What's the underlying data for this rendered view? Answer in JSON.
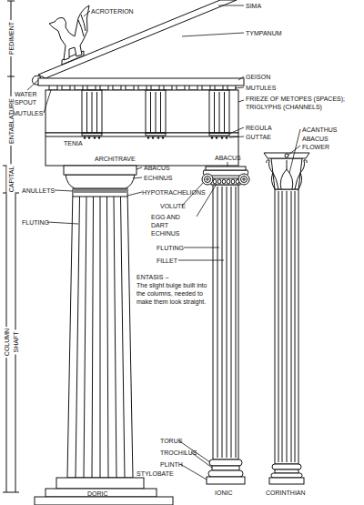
{
  "diagram": {
    "labels": [
      "PEDIMENT",
      "ENTABLATURE",
      "CAPITAL",
      "COLUMN",
      "SHAFT",
      "ACROTERION",
      "SIMA",
      "TYMPANUM",
      "GEISON",
      "MUTULES",
      "WATER SPOUT",
      "MUTULES",
      "FRIEZE OF METOPES (SPACES); TRIGLYPHS (CHANNELS)",
      "REGULA",
      "GUTTAE",
      "TENIA",
      "ARCHITRAVE",
      "ACANTHUS",
      "ABACUS FLOWER",
      "ABACUS",
      "ABACUS",
      "ECHINUS",
      "ANULLETS",
      "HYPOTRACHELIONS",
      "VOLUTE",
      "EGG AND DART ECHINUS",
      "FLUTING",
      "FLUTING",
      "FILLET",
      "ENTASIS –",
      "The slight bulge built into the columns, needed to make them look straight.",
      "TORUS",
      "TROCHILUS",
      "PLINTH",
      "STYLOBATE",
      "DORIC",
      "IONIC",
      "CORINTHIAN"
    ]
  }
}
